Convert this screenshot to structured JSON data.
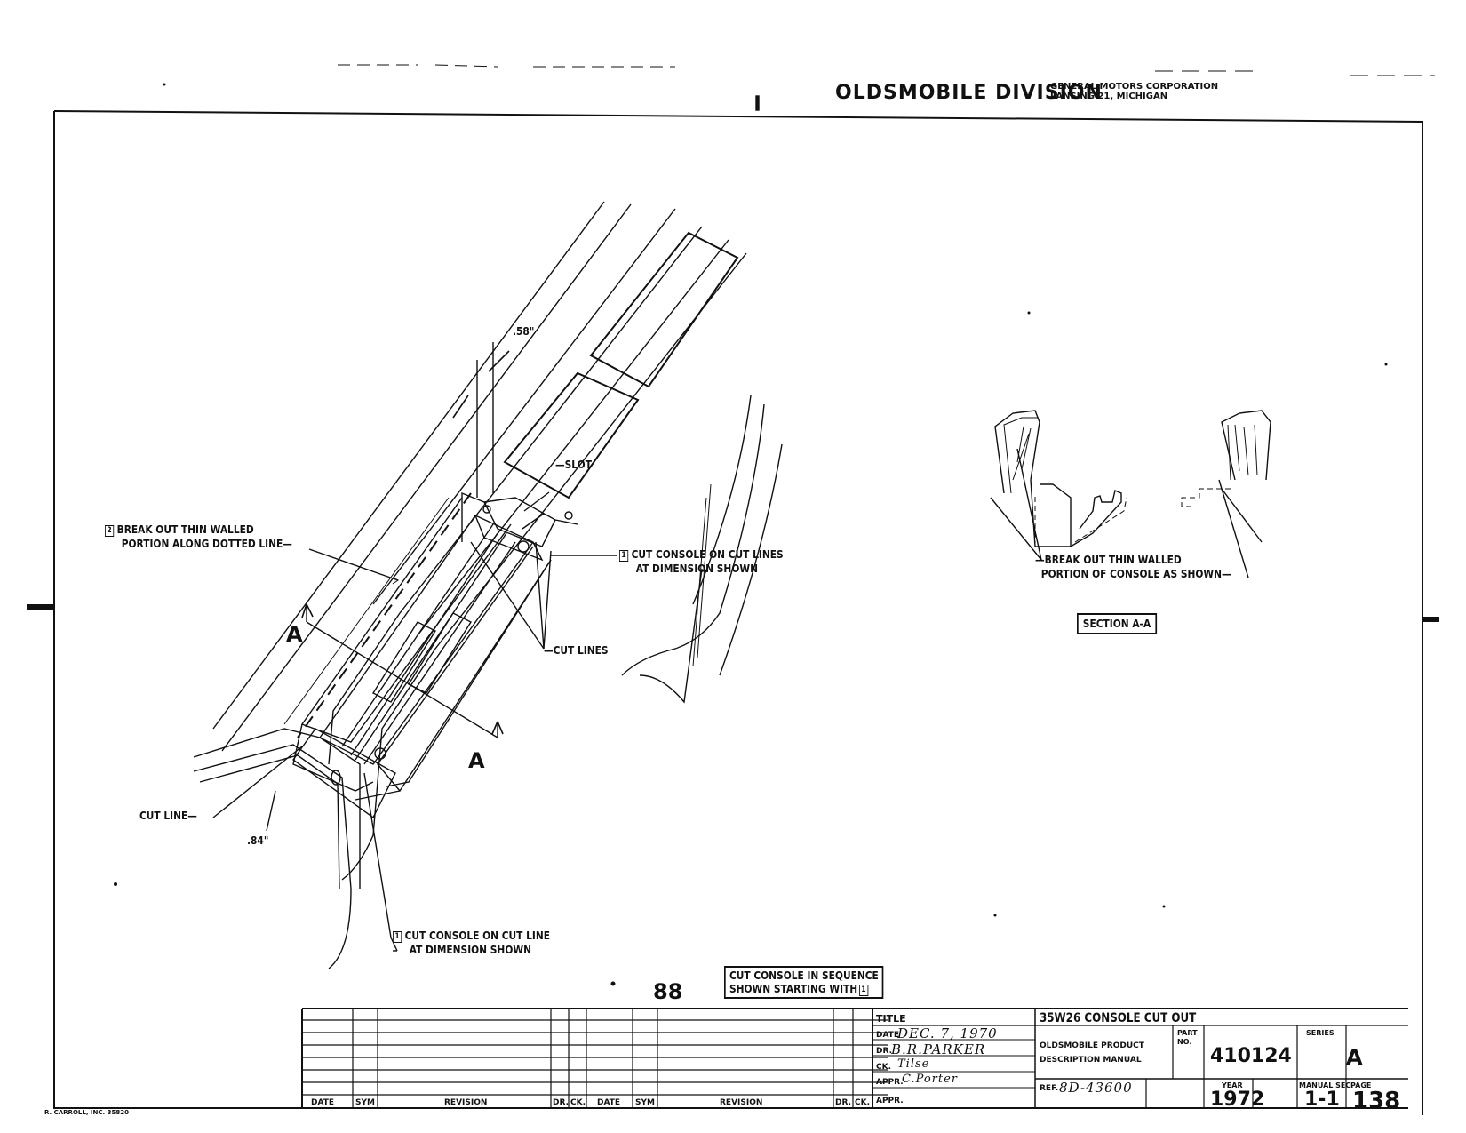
{
  "header": {
    "division": "OLDSMOBILE DIVISION",
    "corp": "GENERAL MOTORS CORPORATION",
    "city": "LANSING 21, MICHIGAN"
  },
  "labels": {
    "slot": "SLOT",
    "break_out_1": "BREAK OUT THIN WALLED",
    "break_out_2": "PORTION ALONG DOTTED LINE",
    "break_out_num": "2",
    "cut_lines_dim_1": "CUT CONSOLE ON CUT LINES",
    "cut_lines_dim_2": "AT DIMENSION SHOWN",
    "cut_lines_dim_num": "1",
    "cut_lines": "CUT LINES",
    "cut_line": "CUT LINE",
    "cut_line_dim_1": "CUT CONSOLE ON CUT LINE",
    "cut_line_dim_2": "AT DIMENSION SHOWN",
    "cut_line_dim_num": "1",
    "dim_58": ".58\"",
    "dim_84": ".84\"",
    "section_a_top": "A",
    "section_a_bottom": "A",
    "section_break_1": "BREAK OUT THIN WALLED",
    "section_break_2": "PORTION OF CONSOLE AS SHOWN",
    "section_title": "SECTION A-A",
    "sequence_1": "CUT CONSOLE IN SEQUENCE",
    "sequence_2": "SHOWN STARTING WITH",
    "sequence_num": "1",
    "page_marker": "88"
  },
  "title_block": {
    "title_label": "TITLE",
    "title": "35W26 CONSOLE CUT OUT",
    "date_label": "DATE",
    "date": "DEC. 7, 1970",
    "dr_label": "DR.",
    "drawn_by": "B.R.PARKER",
    "ck_label": "CK.",
    "checked_by": "Tilse",
    "appr_label": "APPR.",
    "approved_by": "C.Porter",
    "appr2_label": "APPR.",
    "manual_1": "OLDSMOBILE PRODUCT",
    "manual_2": "DESCRIPTION MANUAL",
    "ref_label": "REF.",
    "ref": "8D-43600",
    "part_label_1": "PART",
    "part_label_2": "NO.",
    "part_no": "410124",
    "series_label": "SERIES",
    "series": "A",
    "year_label": "YEAR",
    "year": "1972",
    "manual_sec_label": "MANUAL SEC.",
    "manual_sec": "1-1",
    "page_label": "PAGE",
    "page": "138",
    "rev_headers_left": [
      "DATE",
      "SYM",
      "REVISION",
      "DR.",
      "CK."
    ],
    "rev_headers_right": [
      "DATE",
      "SYM",
      "REVISION",
      "DR.",
      "CK."
    ]
  },
  "printer": "R. CARROLL, INC. 35820"
}
